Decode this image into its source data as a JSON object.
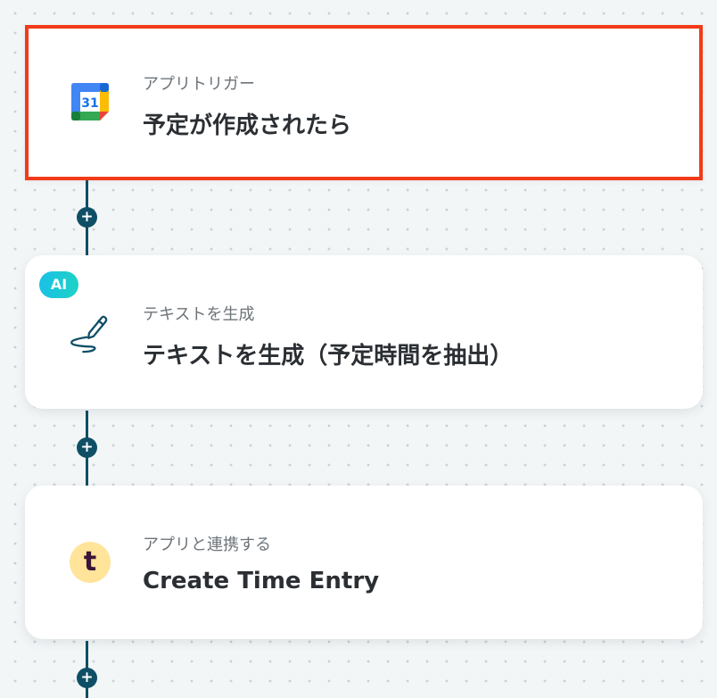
{
  "flow": {
    "steps": [
      {
        "subtitle": "アプリトリガー",
        "title": "予定が作成されたら",
        "icon": "google-calendar-icon",
        "icon_text": "31",
        "selected": true
      },
      {
        "badge": "AI",
        "subtitle": "テキストを生成",
        "title": "テキストを生成（予定時間を抽出）",
        "icon": "pen-icon"
      },
      {
        "subtitle": "アプリと連携する",
        "title": "Create Time Entry",
        "icon": "toggl-icon",
        "icon_text": "t"
      }
    ],
    "add_step_symbol": "+"
  },
  "colors": {
    "selection_border": "#f23b18",
    "connector": "#0f4f66",
    "ai_badge": "#19c1e6"
  }
}
